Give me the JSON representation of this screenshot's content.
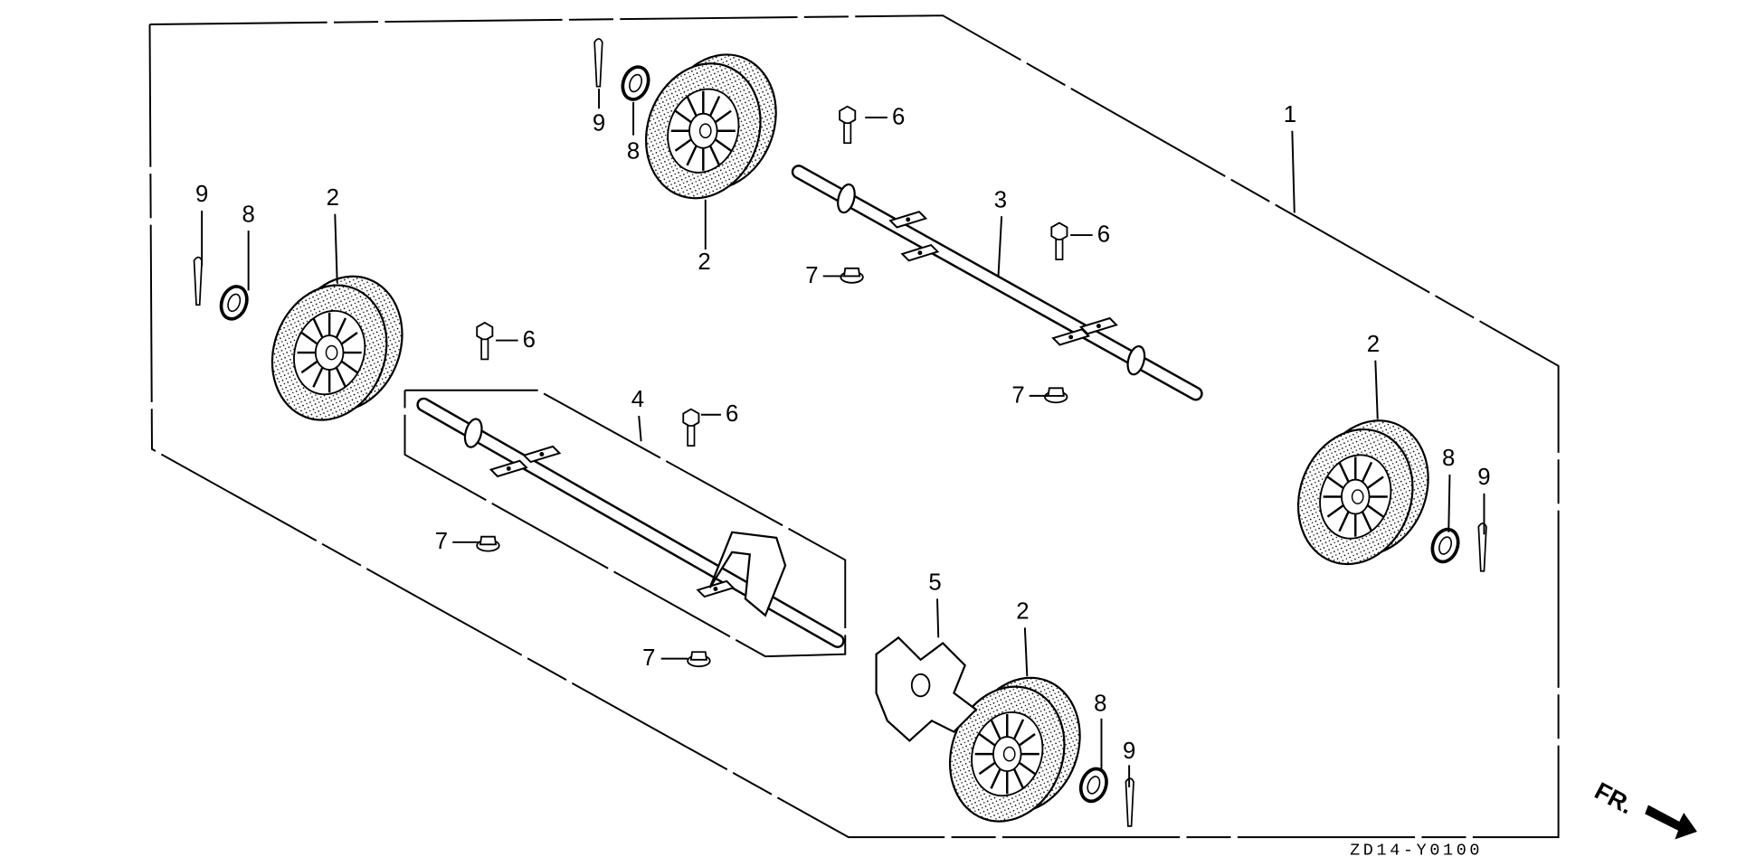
{
  "diagram": {
    "title_code": "ZD14-Y0100",
    "direction_label": "FR.",
    "callouts": [
      "1",
      "2",
      "2",
      "2",
      "2",
      "3",
      "4",
      "5",
      "6",
      "6",
      "6",
      "6",
      "7",
      "7",
      "7",
      "7",
      "8",
      "8",
      "8",
      "8",
      "9",
      "9",
      "9",
      "9"
    ]
  }
}
